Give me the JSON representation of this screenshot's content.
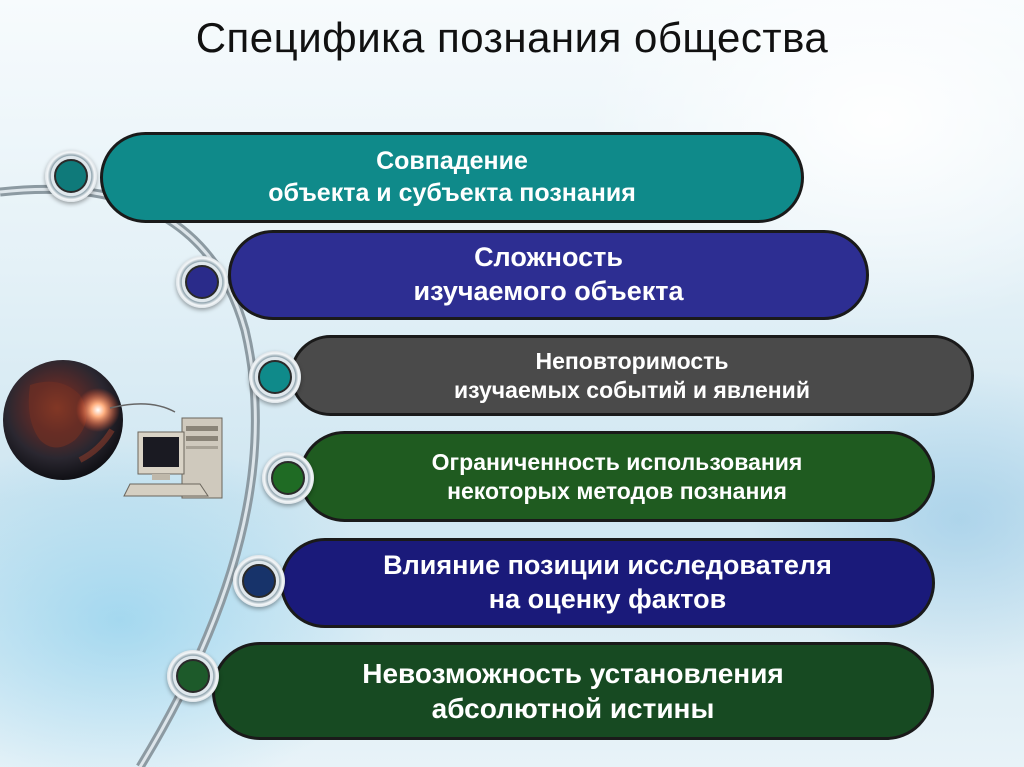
{
  "title": "Специфика познания общества",
  "colors": {
    "teal": "#0f8a8a",
    "indigo": "#2d2e92",
    "gray": "#4a4a4a",
    "forest": "#1f5b20",
    "navy": "#1a1a7a",
    "dark_green": "#174a22"
  },
  "items": [
    {
      "line1": "Совпадение",
      "line2": "объекта и субъекта познания"
    },
    {
      "line1": "Сложность",
      "line2": "изучаемого объекта"
    },
    {
      "line1": "Неповторимость",
      "line2": "изучаемых событий и явлений"
    },
    {
      "line1": "Ограниченность использования",
      "line2": "некоторых методов познания"
    },
    {
      "line1": "Влияние позиции исследователя",
      "line2": "на оценку фактов"
    },
    {
      "line1": "Невозможность установления",
      "line2": "абсолютной истины"
    }
  ],
  "icons": [
    "globe-icon",
    "computer-icon"
  ]
}
